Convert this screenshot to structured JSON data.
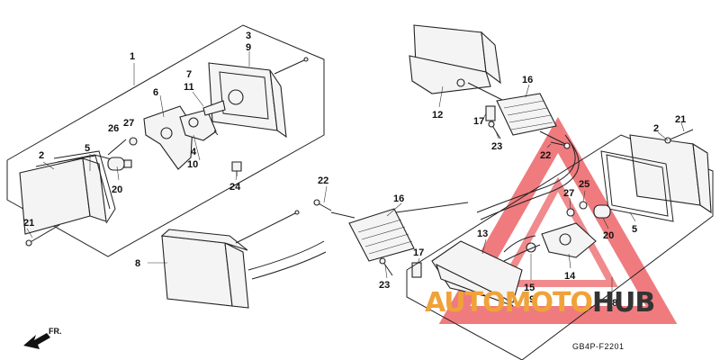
{
  "diagram": {
    "drawing_code": "GB4P-F2201",
    "direction_label": "FR.",
    "watermark": {
      "part1": "AUTO",
      "part2": "MOTO",
      "part3": "HUB",
      "colors": {
        "part1": "#f0a23a",
        "part2": "#f0a23a",
        "part3": "#333333",
        "triangle": "#e8474c"
      }
    },
    "callouts": [
      {
        "id": "c1",
        "text": "1"
      },
      {
        "id": "c2a",
        "text": "2"
      },
      {
        "id": "c3",
        "text": "3"
      },
      {
        "id": "c9",
        "text": "9"
      },
      {
        "id": "c5a",
        "text": "5"
      },
      {
        "id": "c6",
        "text": "6"
      },
      {
        "id": "c7",
        "text": "7"
      },
      {
        "id": "c11",
        "text": "11"
      },
      {
        "id": "c26",
        "text": "26"
      },
      {
        "id": "c27a",
        "text": "27"
      },
      {
        "id": "c4",
        "text": "4"
      },
      {
        "id": "c10",
        "text": "10"
      },
      {
        "id": "c20a",
        "text": "20"
      },
      {
        "id": "c21a",
        "text": "21"
      },
      {
        "id": "c24",
        "text": "24"
      },
      {
        "id": "c22a",
        "text": "22"
      },
      {
        "id": "c8",
        "text": "8"
      },
      {
        "id": "c16a",
        "text": "16"
      },
      {
        "id": "c23a",
        "text": "23"
      },
      {
        "id": "c17a",
        "text": "17"
      },
      {
        "id": "c13",
        "text": "13"
      },
      {
        "id": "c15",
        "text": "15"
      },
      {
        "id": "c19",
        "text": "19"
      },
      {
        "id": "c14",
        "text": "14"
      },
      {
        "id": "c18",
        "text": "18"
      },
      {
        "id": "c12",
        "text": "12"
      },
      {
        "id": "c16b",
        "text": "16"
      },
      {
        "id": "c17b",
        "text": "17"
      },
      {
        "id": "c23b",
        "text": "23"
      },
      {
        "id": "c22b",
        "text": "22"
      },
      {
        "id": "c2b",
        "text": "2"
      },
      {
        "id": "c21b",
        "text": "21"
      },
      {
        "id": "c27b",
        "text": "27"
      },
      {
        "id": "c25",
        "text": "25"
      },
      {
        "id": "c20b",
        "text": "20"
      },
      {
        "id": "c5b",
        "text": "5"
      }
    ]
  }
}
